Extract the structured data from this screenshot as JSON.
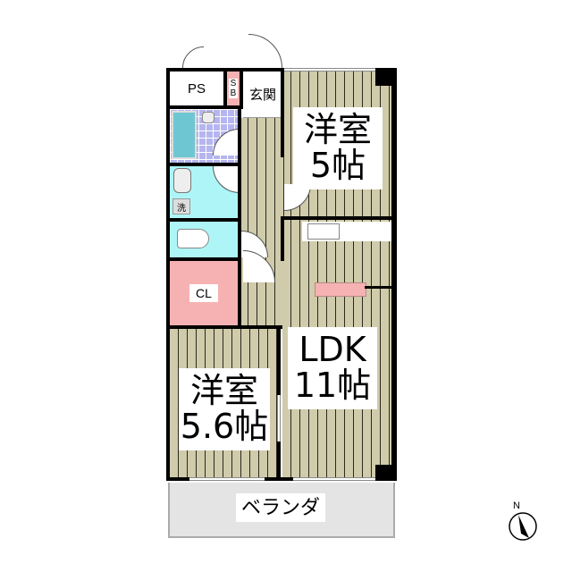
{
  "floorplan": {
    "rooms": {
      "ps": {
        "label": "PS"
      },
      "sb": {
        "label_top": "S",
        "label_bottom": "B"
      },
      "entrance": {
        "label": "玄関"
      },
      "western_room_1": {
        "name": "洋室",
        "size": "5帖"
      },
      "western_room_2": {
        "name": "洋室",
        "size": "5.6帖"
      },
      "ldk": {
        "name": "LDK",
        "size": "11帖"
      },
      "closet": {
        "label": "CL"
      },
      "washroom": {
        "label": "洗"
      },
      "balcony": {
        "label": "ベランダ"
      }
    },
    "compass": {
      "label": "N"
    },
    "colors": {
      "floor": "#cfcbab",
      "bath": "#6fc6d3",
      "bath_tile": "#b5b5f0",
      "washroom": "#aef5f7",
      "closet": "#f6b2b2",
      "sb": "#f6b2b2",
      "balcony": "#e4e4e4",
      "counter_pink": "#f6b2b2"
    }
  }
}
